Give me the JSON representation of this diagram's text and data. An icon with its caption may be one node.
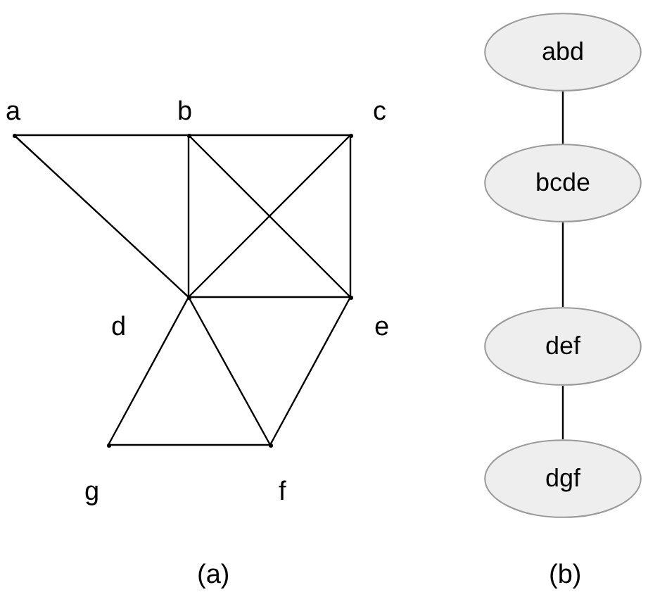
{
  "diagram": {
    "nodes": [
      {
        "text": [],
        "shape": "point",
        "beside": [
          "a"
        ]
      },
      {
        "text": [],
        "shape": "point",
        "beside": [
          "b"
        ]
      },
      {
        "text": [],
        "shape": "point",
        "beside": [
          "c"
        ]
      },
      {
        "text": [],
        "shape": "point",
        "beside": [
          "d"
        ]
      },
      {
        "text": [],
        "shape": "point",
        "beside": [
          "e"
        ]
      },
      {
        "text": [],
        "shape": "point",
        "beside": [
          "g"
        ]
      },
      {
        "text": [],
        "shape": "point",
        "beside": [
          "f"
        ]
      },
      {
        "text": [
          "abd"
        ]
      },
      {
        "text": [
          "bcde"
        ]
      },
      {
        "text": [
          "def"
        ]
      },
      {
        "text": [
          "dgf"
        ]
      }
    ],
    "edges": [
      {
        "from": 0,
        "to": 1,
        "arrow": "none"
      },
      {
        "from": 1,
        "to": 2,
        "arrow": "none"
      },
      {
        "from": 0,
        "to": 3,
        "arrow": "none"
      },
      {
        "from": 1,
        "to": 3,
        "arrow": "none"
      },
      {
        "from": 1,
        "to": 4,
        "arrow": "none"
      },
      {
        "from": 2,
        "to": 3,
        "arrow": "none"
      },
      {
        "from": 2,
        "to": 4,
        "arrow": "none"
      },
      {
        "from": 3,
        "to": 4,
        "arrow": "none"
      },
      {
        "from": 3,
        "to": 5,
        "arrow": "none"
      },
      {
        "from": 3,
        "to": 6,
        "arrow": "none"
      },
      {
        "from": 4,
        "to": 6,
        "arrow": "none"
      },
      {
        "from": 5,
        "to": 6,
        "arrow": "none"
      },
      {
        "from": 7,
        "to": 8,
        "arrow": "none"
      },
      {
        "from": 8,
        "to": 9,
        "arrow": "none"
      },
      {
        "from": 9,
        "to": 10,
        "arrow": "none"
      }
    ],
    "labels": [
      "(a)",
      "(b)"
    ]
  }
}
